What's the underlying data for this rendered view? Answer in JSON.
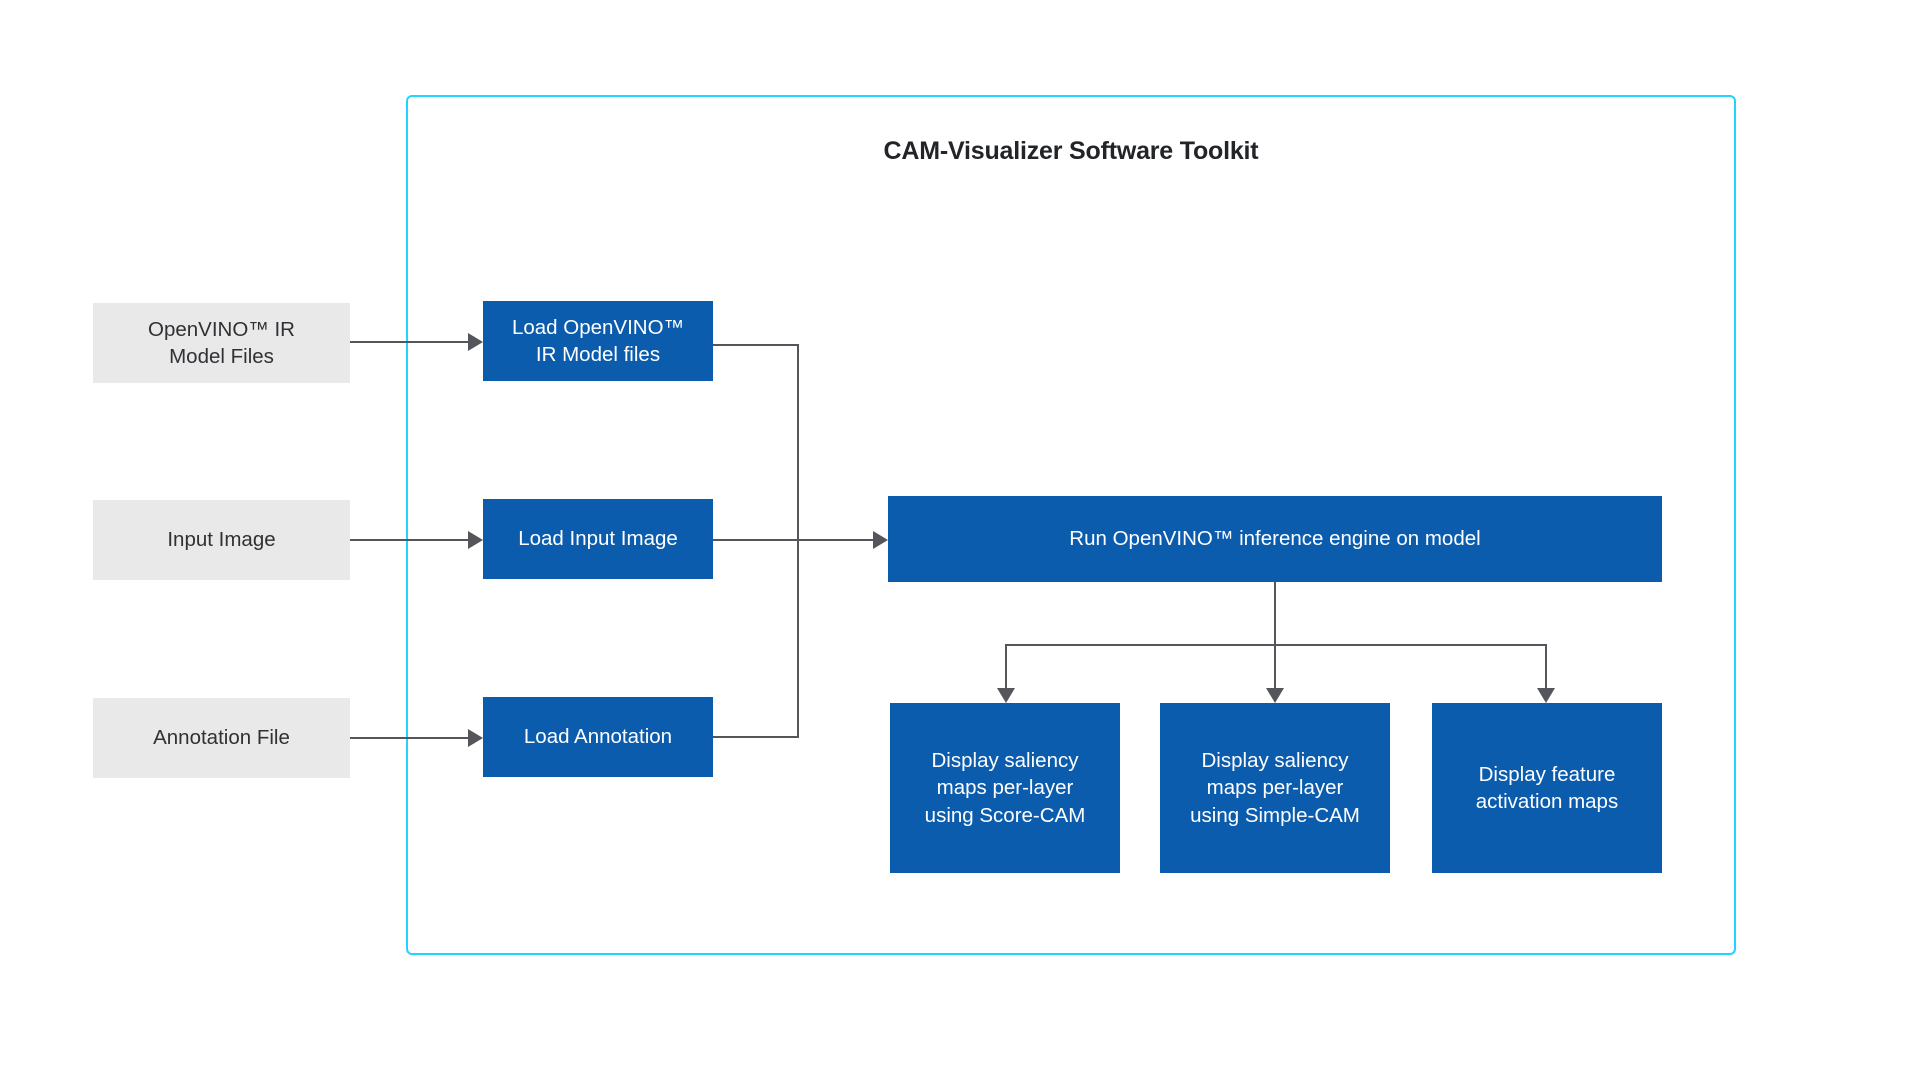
{
  "diagram": {
    "title": "CAM-Visualizer Software Toolkit",
    "colors": {
      "frame_border": "#22D3FF",
      "process_box": "#0B5CAD",
      "input_box": "#E9E9E9",
      "connector": "#54565B",
      "title_text": "#222428",
      "background": "#FFFFFF"
    },
    "inputs": [
      {
        "label": "OpenVINO™ IR\nModel Files"
      },
      {
        "label": "Input Image"
      },
      {
        "label": "Annotation File"
      }
    ],
    "loaders": [
      {
        "label": "Load OpenVINO™\nIR Model files"
      },
      {
        "label": "Load Input Image"
      },
      {
        "label": "Load Annotation"
      }
    ],
    "engine": {
      "label": "Run OpenVINO™ inference engine on model"
    },
    "outputs": [
      {
        "label": "Display saliency\nmaps per-layer\nusing Score-CAM"
      },
      {
        "label": "Display saliency\nmaps per-layer\nusing Simple-CAM"
      },
      {
        "label": "Display feature\nactivation maps"
      }
    ]
  }
}
